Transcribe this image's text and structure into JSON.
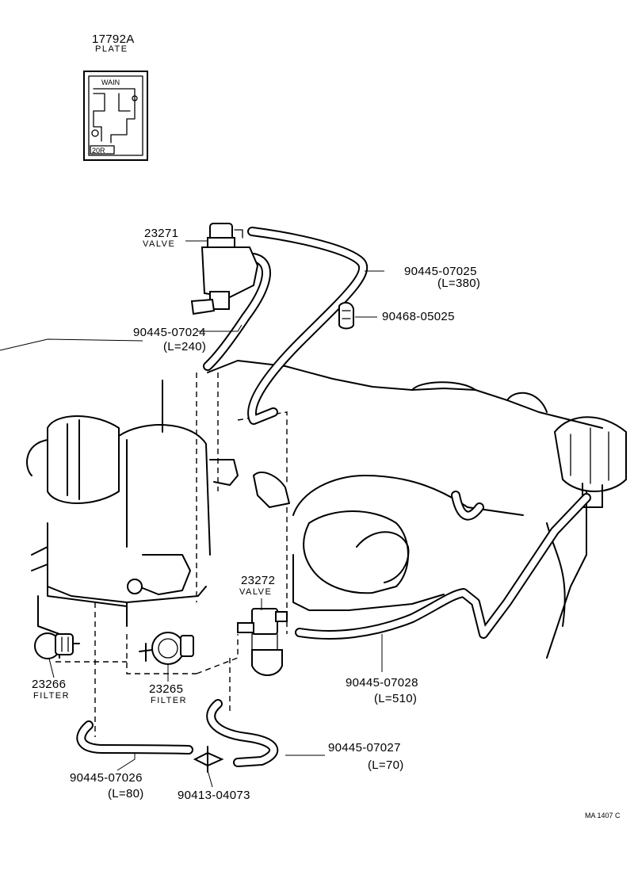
{
  "callouts": {
    "plate": {
      "number": "17792A",
      "name": "PLATE"
    },
    "plate_text": {
      "line1": "WAIN",
      "line2": "20R"
    },
    "valve_23271": {
      "number": "23271",
      "name": "VALVE"
    },
    "hose_07025": {
      "number": "90445-07025",
      "length": "(L=380)"
    },
    "clip_05025": {
      "number": "90468-05025"
    },
    "hose_07024": {
      "number": "90445-07024",
      "length": "(L=240)"
    },
    "valve_23272": {
      "number": "23272",
      "name": "VALVE"
    },
    "filter_23266": {
      "number": "23266",
      "name": "FILTER"
    },
    "filter_23265": {
      "number": "23265",
      "name": "FILTER"
    },
    "hose_07028": {
      "number": "90445-07028",
      "length": "(L=510)"
    },
    "hose_07027": {
      "number": "90445-07027",
      "length": "(L=70)"
    },
    "hose_07026": {
      "number": "90445-07026",
      "length": "(L=80)"
    },
    "connector_04073": {
      "number": "90413-04073"
    }
  },
  "diagram_code": "MA 1407 C"
}
